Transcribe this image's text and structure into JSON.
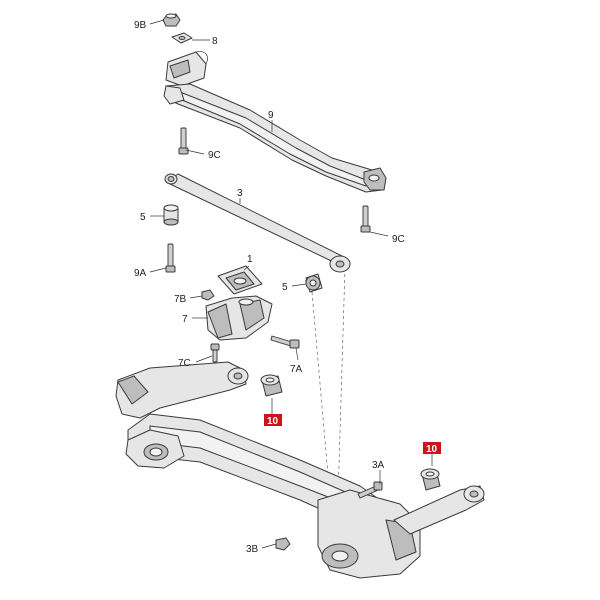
{
  "callouts": [
    {
      "id": "c-9b",
      "text": "9B"
    },
    {
      "id": "c-8",
      "text": "8"
    },
    {
      "id": "c-9",
      "text": "9"
    },
    {
      "id": "c-9c-top",
      "text": "9C"
    },
    {
      "id": "c-3",
      "text": "3"
    },
    {
      "id": "c-5-left",
      "text": "5"
    },
    {
      "id": "c-9c-right",
      "text": "9C"
    },
    {
      "id": "c-9a",
      "text": "9A"
    },
    {
      "id": "c-1",
      "text": "1"
    },
    {
      "id": "c-5-mid",
      "text": "5"
    },
    {
      "id": "c-7b",
      "text": "7B"
    },
    {
      "id": "c-7",
      "text": "7"
    },
    {
      "id": "c-7c",
      "text": "7C"
    },
    {
      "id": "c-7a",
      "text": "7A"
    },
    {
      "id": "c-3a",
      "text": "3A"
    },
    {
      "id": "c-3b",
      "text": "3B"
    }
  ],
  "highlighted": [
    {
      "id": "h-10-left",
      "text": "10",
      "color": "#d0101c"
    },
    {
      "id": "h-10-right",
      "text": "10",
      "color": "#d0101c"
    }
  ],
  "colors": {
    "highlight": "#d0101c",
    "part": "#e6e6e6",
    "outline": "#3a3a3a"
  }
}
